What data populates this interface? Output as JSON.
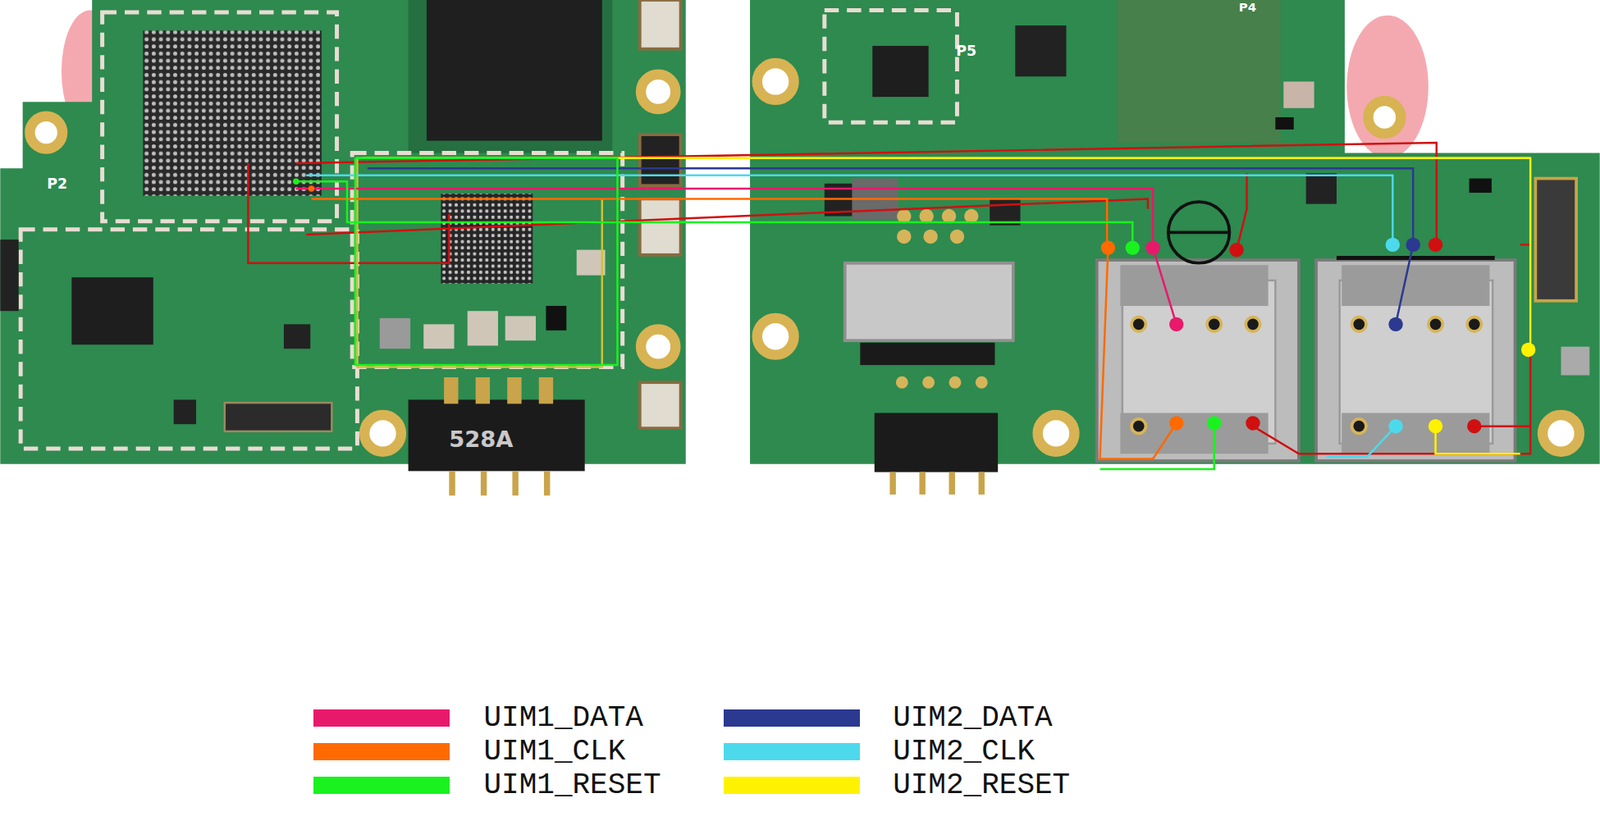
{
  "diagram": {
    "labels": [
      "P2",
      "P5",
      "P4",
      "528A"
    ],
    "legend": [
      {
        "text": "UIM1_DATA",
        "color": "#e8196b"
      },
      {
        "text": "UIM1_CLK",
        "color": "#ff6a00"
      },
      {
        "text": "UIM1_RESET",
        "color": "#19f21e"
      },
      {
        "text": "UIM2_DATA",
        "color": "#2b3990"
      },
      {
        "text": "UIM2_CLK",
        "color": "#4dd9ec"
      },
      {
        "text": "UIM2_RESET",
        "color": "#fff200"
      }
    ]
  }
}
